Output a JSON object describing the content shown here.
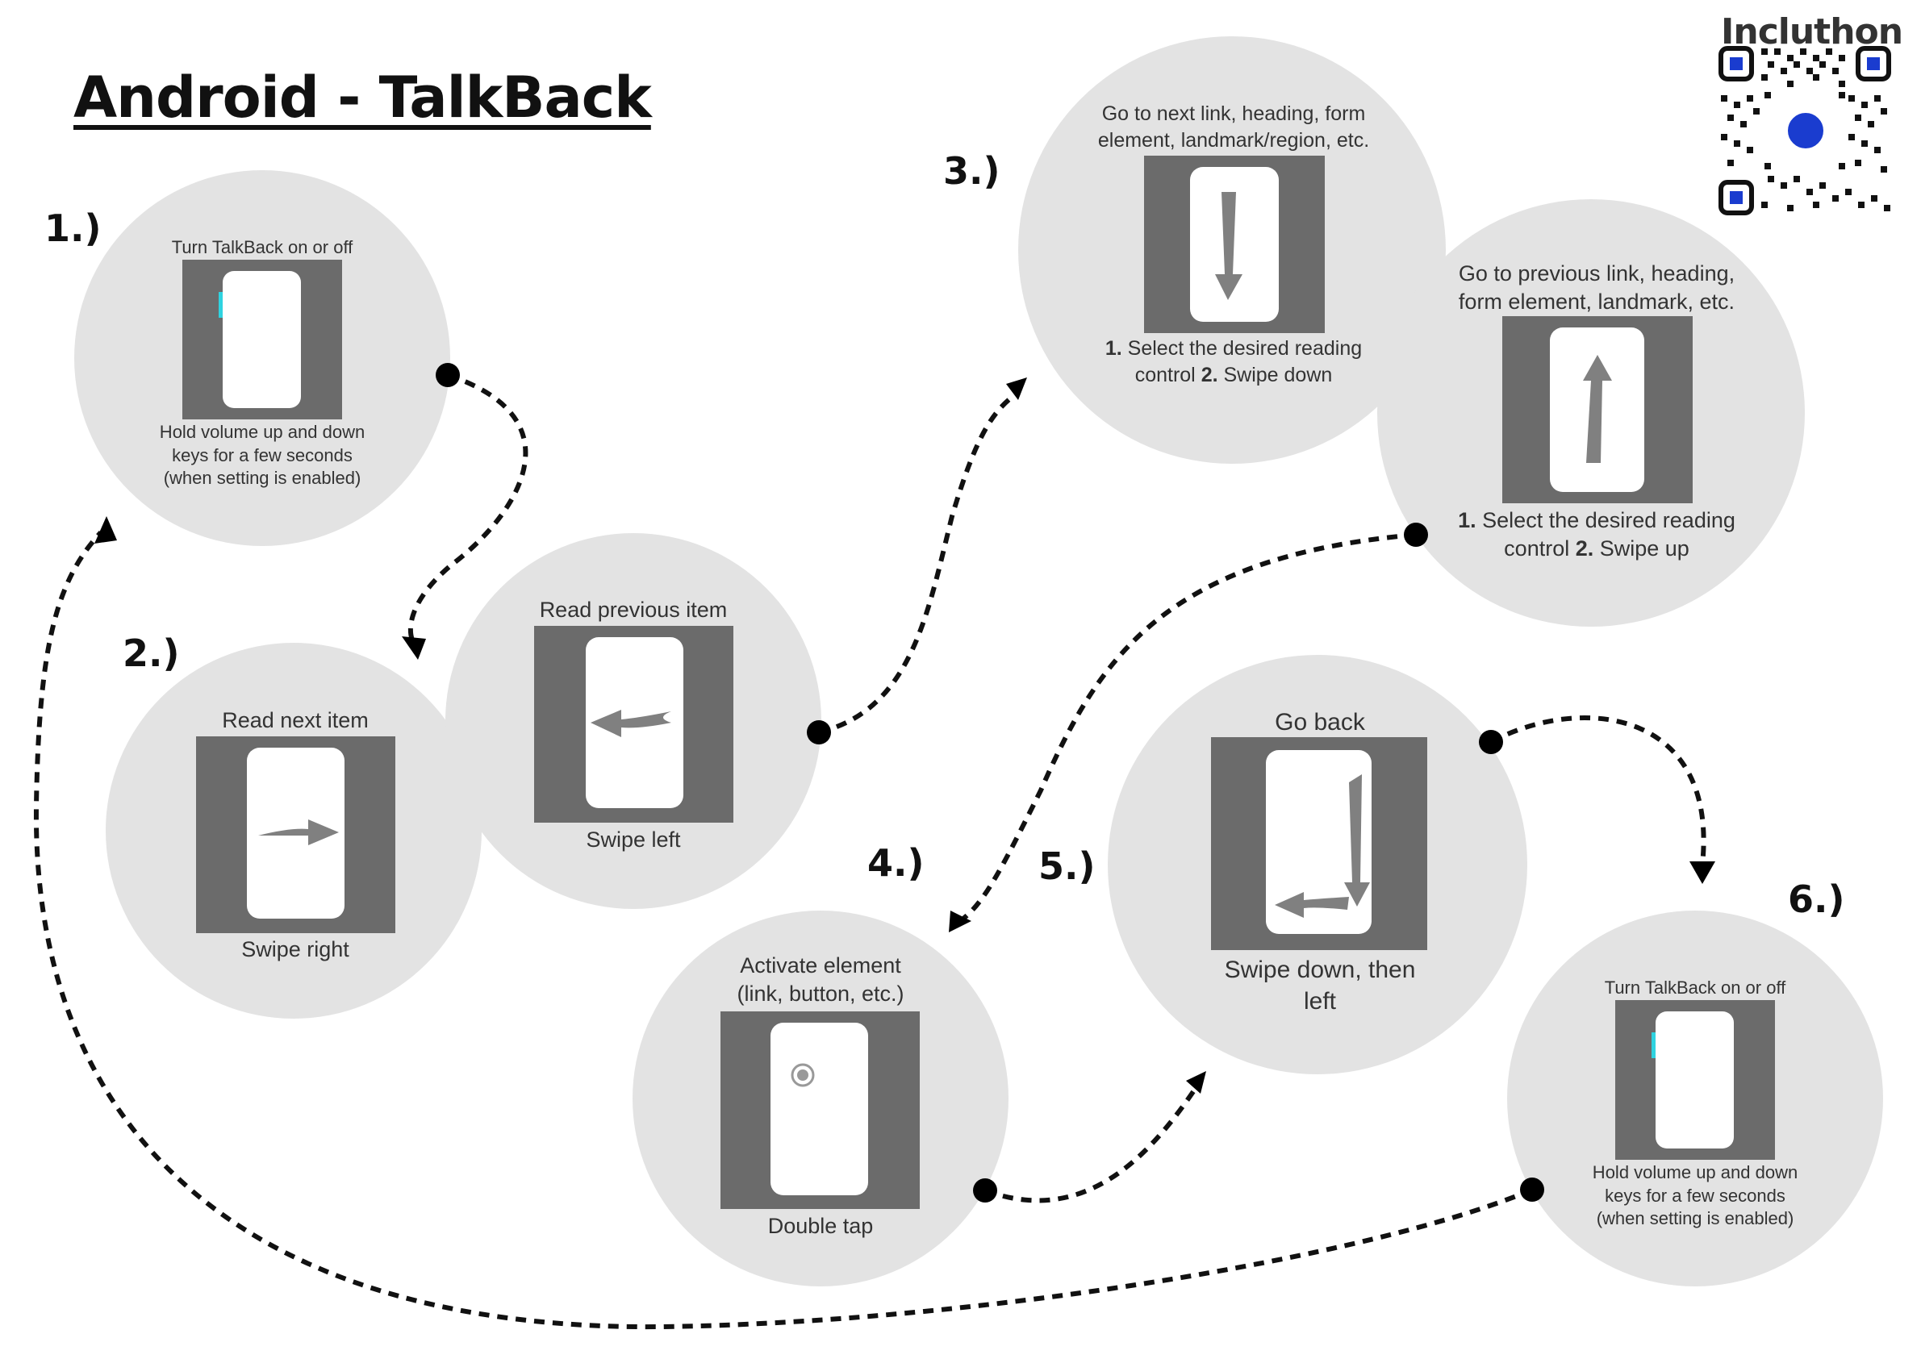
{
  "title": "Android - TalkBack",
  "brand": "Incluthon",
  "steps": [
    "1.)",
    "2.)",
    "3.)",
    "4.)",
    "5.)",
    "6.)"
  ],
  "gestures": [
    {
      "id": "toggle-1",
      "top": "Turn TalkBack on or off",
      "bottom": "Hold volume up and down\nkeys for a few seconds\n(when setting is enabled)"
    },
    {
      "id": "next-item",
      "top": "Read next item",
      "bottom": "Swipe right"
    },
    {
      "id": "prev-item",
      "top": "Read previous item",
      "bottom": "Swipe left"
    },
    {
      "id": "next-link",
      "top": "Go to next link, heading, form\nelement, landmark/region, etc.",
      "bottom_num1": "1.",
      "bottom_text1": " Select the desired reading",
      "bottom_text2a": "control ",
      "bottom_num2": "2.",
      "bottom_text2b": " Swipe down"
    },
    {
      "id": "prev-link",
      "top": "Go to previous link, heading,\nform element, landmark, etc.",
      "bottom_num1": "1.",
      "bottom_text1": " Select the desired reading",
      "bottom_text2a": "control ",
      "bottom_num2": "2.",
      "bottom_text2b": " Swipe up"
    },
    {
      "id": "activate",
      "top": "Activate element\n(link, button, etc.)",
      "bottom": "Double tap"
    },
    {
      "id": "go-back",
      "top": "Go back",
      "bottom": "Swipe down, then\nleft"
    },
    {
      "id": "toggle-6",
      "top": "Turn TalkBack on or off",
      "bottom": "Hold volume up and down\nkeys for a few seconds\n(when setting is enabled)"
    }
  ],
  "colors": {
    "circle": "#e3e3e3",
    "panel": "#6b6b6b",
    "phone": "#ffffff",
    "arrow": "#808080",
    "accent": "#2fd3e0",
    "path": "#111111",
    "qr_blue": "#1a3ccf"
  }
}
